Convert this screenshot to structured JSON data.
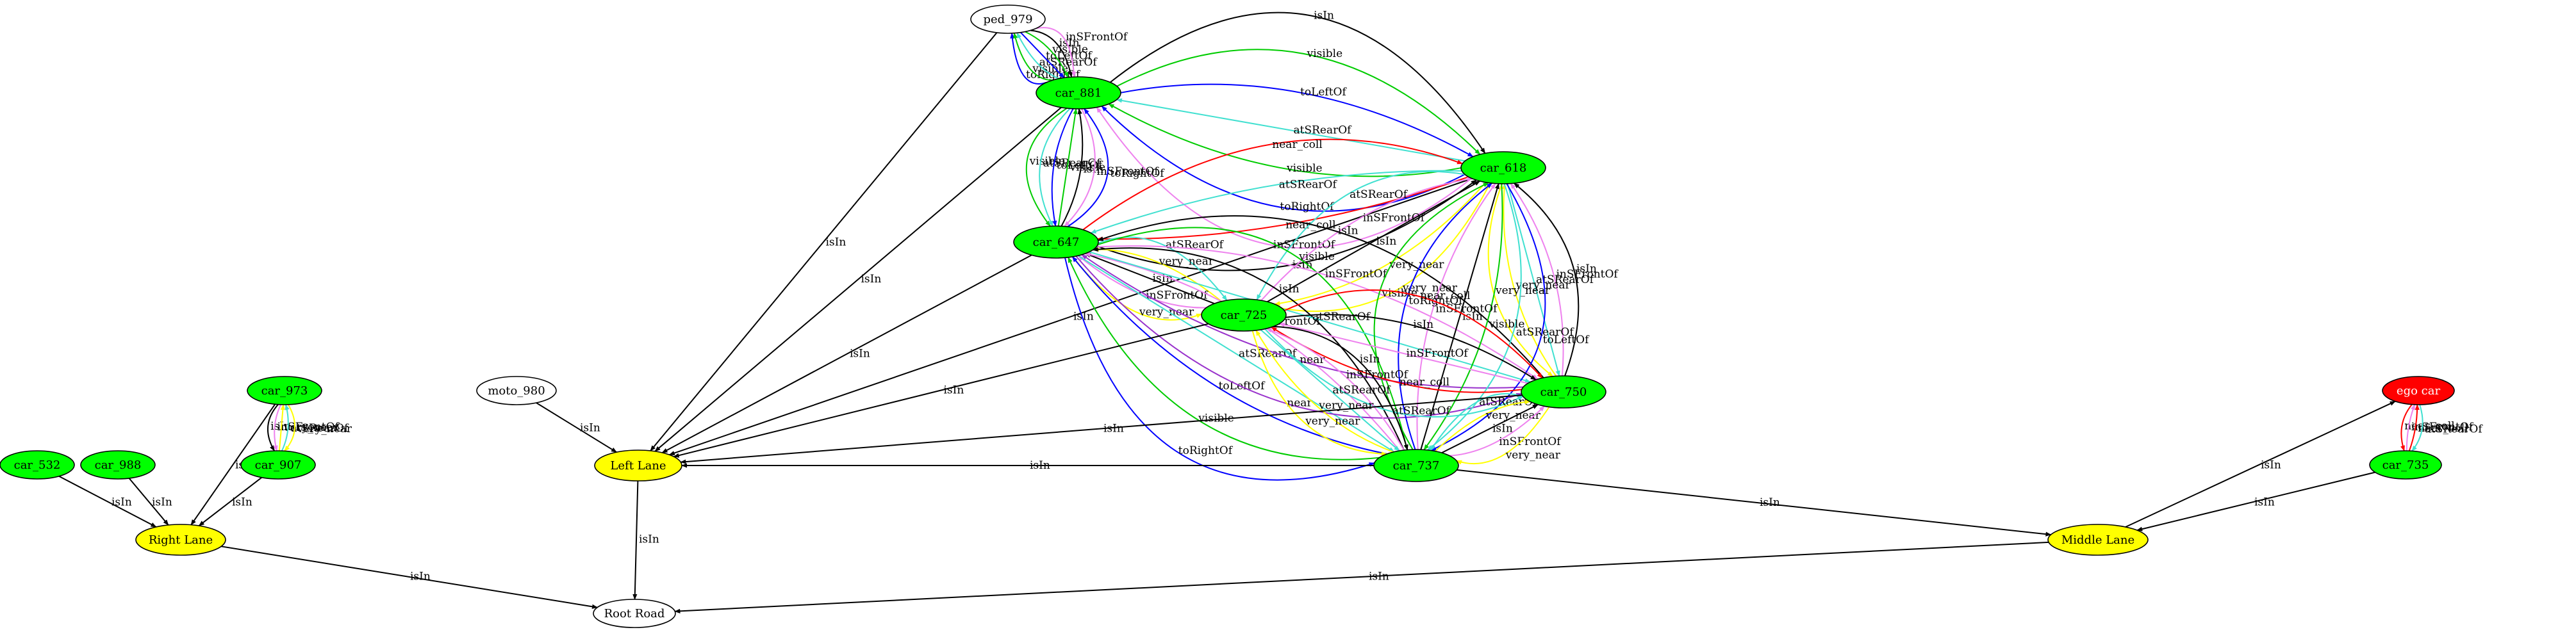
{
  "graph": {
    "nodes": [
      {
        "id": "ped_979",
        "label": "ped_979",
        "fill": "#ffffff",
        "text": "#000000"
      },
      {
        "id": "car_881",
        "label": "car_881",
        "fill": "#00ff00",
        "text": "#000000"
      },
      {
        "id": "car_618",
        "label": "car_618",
        "fill": "#00ff00",
        "text": "#000000"
      },
      {
        "id": "car_647",
        "label": "car_647",
        "fill": "#00ff00",
        "text": "#000000"
      },
      {
        "id": "car_725",
        "label": "car_725",
        "fill": "#00ff00",
        "text": "#000000"
      },
      {
        "id": "car_750",
        "label": "car_750",
        "fill": "#00ff00",
        "text": "#000000"
      },
      {
        "id": "car_737",
        "label": "car_737",
        "fill": "#00ff00",
        "text": "#000000"
      },
      {
        "id": "car_973",
        "label": "car_973",
        "fill": "#00ff00",
        "text": "#000000"
      },
      {
        "id": "car_907",
        "label": "car_907",
        "fill": "#00ff00",
        "text": "#000000"
      },
      {
        "id": "car_532",
        "label": "car_532",
        "fill": "#00ff00",
        "text": "#000000"
      },
      {
        "id": "car_988",
        "label": "car_988",
        "fill": "#00ff00",
        "text": "#000000"
      },
      {
        "id": "moto_980",
        "label": "moto_980",
        "fill": "#ffffff",
        "text": "#000000"
      },
      {
        "id": "ego_car",
        "label": "ego car",
        "fill": "#ff0000",
        "text": "#ffffff"
      },
      {
        "id": "car_735",
        "label": "car_735",
        "fill": "#00ff00",
        "text": "#000000"
      },
      {
        "id": "left_lane",
        "label": "Left Lane",
        "fill": "#ffff00",
        "text": "#000000"
      },
      {
        "id": "right_lane",
        "label": "Right Lane",
        "fill": "#ffff00",
        "text": "#000000"
      },
      {
        "id": "middle_lane",
        "label": "Middle Lane",
        "fill": "#ffff00",
        "text": "#000000"
      },
      {
        "id": "root_road",
        "label": "Root Road",
        "fill": "#ffffff",
        "text": "#000000"
      }
    ],
    "edges": [
      {
        "from": "car_881",
        "to": "ped_979",
        "label": "toRightOf",
        "color": "#0000ff"
      },
      {
        "from": "car_881",
        "to": "ped_979",
        "label": "visible",
        "color": "#00cc00"
      },
      {
        "from": "car_881",
        "to": "ped_979",
        "label": "atSRearOf",
        "color": "#40e0d0"
      },
      {
        "from": "ped_979",
        "to": "car_881",
        "label": "toLeftOf",
        "color": "#0000ff"
      },
      {
        "from": "ped_979",
        "to": "car_881",
        "label": "visible",
        "color": "#00cc00"
      },
      {
        "from": "ped_979",
        "to": "car_881",
        "label": "isIn",
        "color": "#000000"
      },
      {
        "from": "ped_979",
        "to": "car_881",
        "label": "inSFrontOf",
        "color": "#ee82ee"
      },
      {
        "from": "ped_979",
        "to": "left_lane",
        "label": "isIn",
        "color": "#000000"
      },
      {
        "from": "car_618",
        "to": "car_881",
        "label": "inSFrontOf",
        "color": "#ee82ee"
      },
      {
        "from": "car_618",
        "to": "car_881",
        "label": "toRightOf",
        "color": "#0000ff"
      },
      {
        "from": "car_618",
        "to": "car_881",
        "label": "visible",
        "color": "#00cc00"
      },
      {
        "from": "car_618",
        "to": "car_881",
        "label": "atSRearOf",
        "color": "#40e0d0"
      },
      {
        "from": "car_881",
        "to": "car_618",
        "label": "toLeftOf",
        "color": "#0000ff"
      },
      {
        "from": "car_881",
        "to": "car_618",
        "label": "visible",
        "color": "#00cc00"
      },
      {
        "from": "car_881",
        "to": "car_618",
        "label": "isIn",
        "color": "#000000"
      },
      {
        "from": "car_881",
        "to": "left_lane",
        "label": "isIn",
        "color": "#000000"
      },
      {
        "from": "car_881",
        "to": "car_647",
        "label": "visible",
        "color": "#00cc00"
      },
      {
        "from": "car_881",
        "to": "car_647",
        "label": "atSRearOf",
        "color": "#40e0d0"
      },
      {
        "from": "car_881",
        "to": "car_647",
        "label": "toLeftOf",
        "color": "#0000ff"
      },
      {
        "from": "car_647",
        "to": "car_881",
        "label": "visible",
        "color": "#00cc00"
      },
      {
        "from": "car_647",
        "to": "car_881",
        "label": "isIn",
        "color": "#000000"
      },
      {
        "from": "car_881",
        "to": "car_647",
        "label": "inSFrontOf",
        "color": "#ee82ee"
      },
      {
        "from": "car_647",
        "to": "car_881",
        "label": "toRightOf",
        "color": "#0000ff"
      },
      {
        "from": "car_647",
        "to": "car_618",
        "label": "isIn",
        "color": "#000000"
      },
      {
        "from": "car_618",
        "to": "car_647",
        "label": "near_coll",
        "color": "#ff0000"
      },
      {
        "from": "car_618",
        "to": "car_647",
        "label": "atSRearOf",
        "color": "#40e0d0"
      },
      {
        "from": "car_647",
        "to": "car_618",
        "label": "near_coll",
        "color": "#ff0000"
      },
      {
        "from": "car_618",
        "to": "left_lane",
        "label": "isIn",
        "color": "#000000"
      },
      {
        "from": "car_647",
        "to": "car_725",
        "label": "atSRearOf",
        "color": "#40e0d0"
      },
      {
        "from": "car_725",
        "to": "car_647",
        "label": "very_near",
        "color": "#ffff00"
      },
      {
        "from": "car_725",
        "to": "car_647",
        "label": "isIn",
        "color": "#000000"
      },
      {
        "from": "car_725",
        "to": "car_647",
        "label": "inSFrontOf",
        "color": "#ee82ee"
      },
      {
        "from": "car_647",
        "to": "car_725",
        "label": "very_near",
        "color": "#ffff00"
      },
      {
        "from": "car_725",
        "to": "car_618",
        "label": "very_near",
        "color": "#ffff00"
      },
      {
        "from": "car_618",
        "to": "car_725",
        "label": "very_near",
        "color": "#ffff00"
      },
      {
        "from": "car_725",
        "to": "car_618",
        "label": "isIn",
        "color": "#000000"
      },
      {
        "from": "car_725",
        "to": "car_618",
        "label": "inSFrontOf",
        "color": "#ee82ee"
      },
      {
        "from": "car_618",
        "to": "car_725",
        "label": "atSRearOf",
        "color": "#40e0d0"
      },
      {
        "from": "car_647",
        "to": "left_lane",
        "label": "isIn",
        "color": "#000000"
      },
      {
        "from": "car_647",
        "to": "car_737",
        "label": "visible",
        "color": "#00cc00"
      },
      {
        "from": "car_737",
        "to": "car_647",
        "label": "isIn",
        "color": "#000000"
      },
      {
        "from": "car_737",
        "to": "car_647",
        "label": "inSFrontOf",
        "color": "#ee82ee"
      },
      {
        "from": "car_647",
        "to": "car_737",
        "label": "atSRearOf",
        "color": "#40e0d0"
      },
      {
        "from": "car_737",
        "to": "car_647",
        "label": "toLeftOf",
        "color": "#0000ff"
      },
      {
        "from": "car_737",
        "to": "car_647",
        "label": "visible",
        "color": "#00cc00"
      },
      {
        "from": "car_647",
        "to": "car_737",
        "label": "toRightOf",
        "color": "#0000ff"
      },
      {
        "from": "car_750",
        "to": "car_647",
        "label": "isIn",
        "color": "#000000"
      },
      {
        "from": "car_647",
        "to": "car_750",
        "label": "inSFrontOf",
        "color": "#ee82ee"
      },
      {
        "from": "car_647",
        "to": "car_750",
        "label": "atSRearOf",
        "color": "#40e0d0"
      },
      {
        "from": "car_750",
        "to": "car_647",
        "label": "near",
        "color": "#9932cc"
      },
      {
        "from": "car_647",
        "to": "car_750",
        "label": "near",
        "color": "#9932cc"
      },
      {
        "from": "car_750",
        "to": "car_618",
        "label": "isIn",
        "color": "#000000"
      },
      {
        "from": "car_750",
        "to": "car_618",
        "label": "inSFrontOf",
        "color": "#ee82ee"
      },
      {
        "from": "car_618",
        "to": "car_750",
        "label": "atSRearOf",
        "color": "#40e0d0"
      },
      {
        "from": "car_750",
        "to": "car_618",
        "label": "very_near",
        "color": "#ffff00"
      },
      {
        "from": "car_618",
        "to": "car_750",
        "label": "very_near",
        "color": "#ffff00"
      },
      {
        "from": "car_618",
        "to": "car_737",
        "label": "toLeftOf",
        "color": "#0000ff"
      },
      {
        "from": "car_618",
        "to": "car_737",
        "label": "atSRearOf",
        "color": "#40e0d0"
      },
      {
        "from": "car_618",
        "to": "car_737",
        "label": "visible",
        "color": "#00cc00"
      },
      {
        "from": "car_737",
        "to": "car_618",
        "label": "isIn",
        "color": "#000000"
      },
      {
        "from": "car_737",
        "to": "car_618",
        "label": "inSFrontOf",
        "color": "#ee82ee"
      },
      {
        "from": "car_737",
        "to": "car_618",
        "label": "toRightOf",
        "color": "#0000ff"
      },
      {
        "from": "car_737",
        "to": "car_618",
        "label": "visible",
        "color": "#00cc00"
      },
      {
        "from": "car_725",
        "to": "car_750",
        "label": "near_coll",
        "color": "#ff0000"
      },
      {
        "from": "car_725",
        "to": "car_750",
        "label": "isIn",
        "color": "#000000"
      },
      {
        "from": "car_750",
        "to": "car_725",
        "label": "inSFrontOf",
        "color": "#ee82ee"
      },
      {
        "from": "car_750",
        "to": "car_725",
        "label": "near_coll",
        "color": "#ff0000"
      },
      {
        "from": "car_725",
        "to": "car_750",
        "label": "atSRearOf",
        "color": "#40e0d0"
      },
      {
        "from": "car_725",
        "to": "left_lane",
        "label": "isIn",
        "color": "#000000"
      },
      {
        "from": "car_725",
        "to": "car_737",
        "label": "isIn",
        "color": "#000000"
      },
      {
        "from": "car_737",
        "to": "car_725",
        "label": "inSFrontOf",
        "color": "#ee82ee"
      },
      {
        "from": "car_725",
        "to": "car_737",
        "label": "atSRearOf",
        "color": "#40e0d0"
      },
      {
        "from": "car_737",
        "to": "car_725",
        "label": "very_near",
        "color": "#ffff00"
      },
      {
        "from": "car_725",
        "to": "car_737",
        "label": "very_near",
        "color": "#ffff00"
      },
      {
        "from": "car_750",
        "to": "car_737",
        "label": "atSRearOf",
        "color": "#40e0d0"
      },
      {
        "from": "car_737",
        "to": "car_750",
        "label": "very_near",
        "color": "#ffff00"
      },
      {
        "from": "car_737",
        "to": "car_750",
        "label": "isIn",
        "color": "#000000"
      },
      {
        "from": "car_737",
        "to": "car_750",
        "label": "inSFrontOf",
        "color": "#ee82ee"
      },
      {
        "from": "car_750",
        "to": "car_737",
        "label": "very_near",
        "color": "#ffff00"
      },
      {
        "from": "car_750",
        "to": "left_lane",
        "label": "isIn",
        "color": "#000000"
      },
      {
        "from": "car_737",
        "to": "left_lane",
        "label": "isIn",
        "color": "#000000"
      },
      {
        "from": "car_737",
        "to": "middle_lane",
        "label": "isIn",
        "color": "#000000"
      },
      {
        "from": "car_973",
        "to": "car_907",
        "label": "isIn",
        "color": "#000000"
      },
      {
        "from": "car_973",
        "to": "car_907",
        "label": "inSFrontOf",
        "color": "#ee82ee"
      },
      {
        "from": "car_907",
        "to": "car_973",
        "label": "very_near",
        "color": "#ffff00"
      },
      {
        "from": "car_907",
        "to": "car_973",
        "label": "atSRearOf",
        "color": "#40e0d0"
      },
      {
        "from": "car_973",
        "to": "car_907",
        "label": "very_near",
        "color": "#ffff00"
      },
      {
        "from": "car_973",
        "to": "right_lane",
        "label": "isIn",
        "color": "#000000"
      },
      {
        "from": "car_907",
        "to": "right_lane",
        "label": "isIn",
        "color": "#000000"
      },
      {
        "from": "car_532",
        "to": "right_lane",
        "label": "isIn",
        "color": "#000000"
      },
      {
        "from": "car_988",
        "to": "right_lane",
        "label": "isIn",
        "color": "#000000"
      },
      {
        "from": "moto_980",
        "to": "left_lane",
        "label": "isIn",
        "color": "#000000"
      },
      {
        "from": "ego_car",
        "to": "car_735",
        "label": "near_coll",
        "color": "#ff0000"
      },
      {
        "from": "car_735",
        "to": "ego_car",
        "label": "inSFrontOf",
        "color": "#ee82ee"
      },
      {
        "from": "car_735",
        "to": "ego_car",
        "label": "near_coll",
        "color": "#ff0000"
      },
      {
        "from": "ego_car",
        "to": "car_735",
        "label": "atSRearOf",
        "color": "#40e0d0"
      },
      {
        "from": "middle_lane",
        "to": "ego_car",
        "label": "isIn",
        "color": "#000000"
      },
      {
        "from": "car_735",
        "to": "middle_lane",
        "label": "isIn",
        "color": "#000000"
      },
      {
        "from": "left_lane",
        "to": "root_road",
        "label": "isIn",
        "color": "#000000"
      },
      {
        "from": "right_lane",
        "to": "root_road",
        "label": "isIn",
        "color": "#000000"
      },
      {
        "from": "middle_lane",
        "to": "root_road",
        "label": "isIn",
        "color": "#000000"
      }
    ]
  }
}
